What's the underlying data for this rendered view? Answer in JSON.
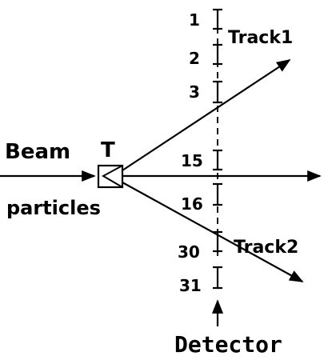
{
  "title": "",
  "beam_label": "Beam",
  "particles_label": "particles",
  "target_label": "T",
  "detector_label": "Detector",
  "track1_label": "Track1",
  "track2_label": "Track2",
  "strip_numbers": [
    "1",
    "2",
    "3",
    "15",
    "16",
    "30",
    "31"
  ],
  "colors": {
    "ink": "#000000",
    "background": "#ffffff"
  }
}
